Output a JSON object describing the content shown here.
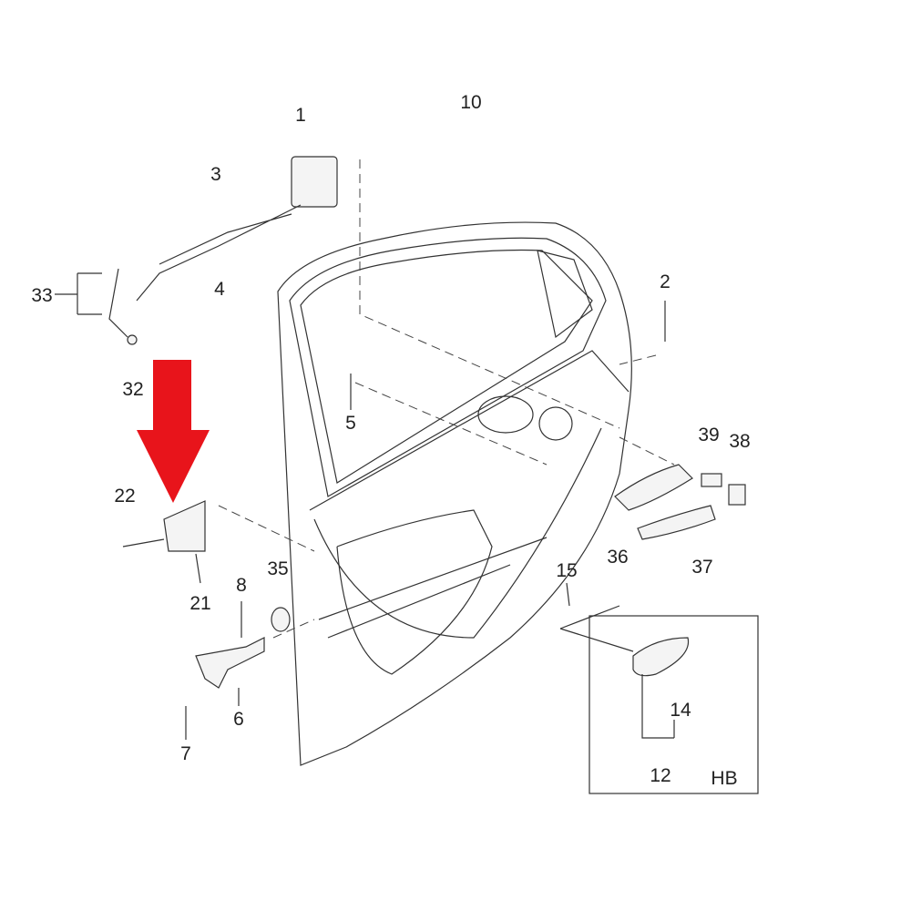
{
  "diagram": {
    "title": "Rear door parts diagram",
    "callouts": [
      {
        "id": "c1",
        "text": "1"
      },
      {
        "id": "c10",
        "text": "10"
      },
      {
        "id": "c3",
        "text": "3"
      },
      {
        "id": "c4",
        "text": "4"
      },
      {
        "id": "c33",
        "text": "33"
      },
      {
        "id": "c32",
        "text": "32"
      },
      {
        "id": "c2",
        "text": "2"
      },
      {
        "id": "c5",
        "text": "5"
      },
      {
        "id": "c39",
        "text": "39"
      },
      {
        "id": "c38",
        "text": "38"
      },
      {
        "id": "c22",
        "text": "22"
      },
      {
        "id": "c21",
        "text": "21"
      },
      {
        "id": "c35",
        "text": "35"
      },
      {
        "id": "c8",
        "text": "8"
      },
      {
        "id": "c6",
        "text": "6"
      },
      {
        "id": "c7",
        "text": "7"
      },
      {
        "id": "c36",
        "text": "36"
      },
      {
        "id": "c37",
        "text": "37"
      },
      {
        "id": "c15",
        "text": "15"
      },
      {
        "id": "c14",
        "text": "14"
      },
      {
        "id": "c12",
        "text": "12"
      }
    ],
    "inset_label": "HB",
    "highlight_arrow_color": "#e8141b"
  }
}
